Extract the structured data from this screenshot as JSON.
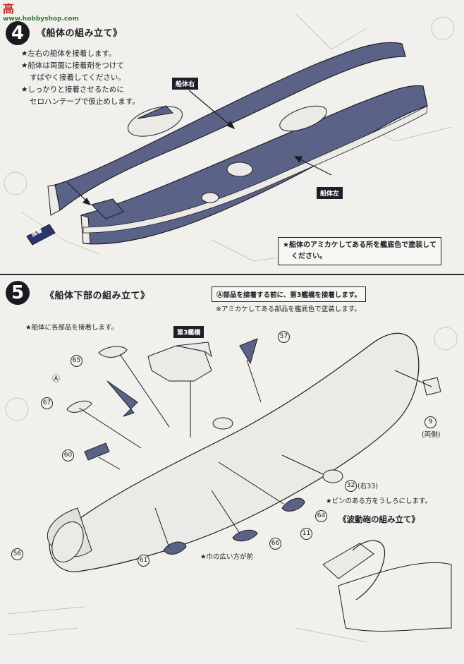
{
  "watermark": {
    "logo": "高",
    "site": "www.hobbyshop.com"
  },
  "step4": {
    "number": "4",
    "title": "《船体の組み立て》",
    "notes": [
      "★左右の船体を接着します。",
      "★船体は両面に接着剤をつけて",
      "すばやく接着してください。",
      "★しっかりと接着させるために",
      "セロハンテープで仮止めします。"
    ],
    "label_right": "船体右",
    "label_left": "船体左",
    "arrow_label": "接着",
    "callout": [
      "★船体のアミカケしてある所を艦底色で塗装して",
      "ください。"
    ]
  },
  "step5": {
    "number": "5",
    "title": "《船体下部の組み立て》",
    "note": "★船体に各部品を接着します。",
    "callout_line1": "Ⓐ部品を接着する前に、第3艦橋を接着します。",
    "callout_line2": "※アミカケしてある部品を艦底色で塗装します。",
    "bridge_label": "第3艦橋",
    "part_a": "Ⓐ",
    "parts": [
      "65",
      "67",
      "60",
      "56",
      "61",
      "66",
      "64",
      "32",
      "57",
      "9",
      "11"
    ],
    "part_32_note": "(右33)",
    "part_9_note": "(両側)",
    "pin_note": "★ピンのある方をうしろにします。",
    "wide_note": "★巾の広い方が前",
    "sub_title": "《波動砲の組み立て》"
  },
  "colors": {
    "hull_shade": "#5a6288",
    "hull_light": "#eceae6",
    "ink": "#1d1d22"
  }
}
